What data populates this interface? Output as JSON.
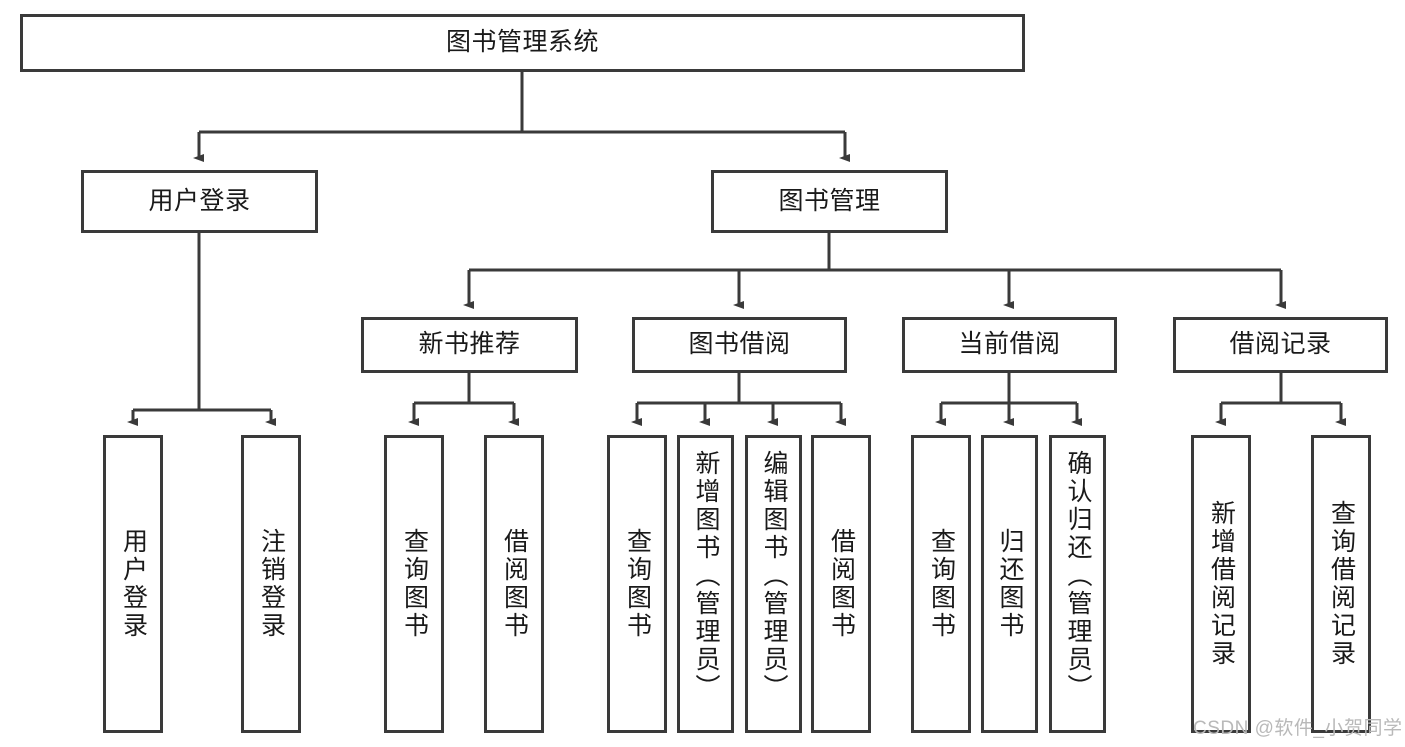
{
  "diagram": {
    "title": "图书管理系统",
    "type": "tree",
    "root": {
      "label": "图书管理系统"
    },
    "level2": [
      {
        "label": "用户登录"
      },
      {
        "label": "图书管理"
      }
    ],
    "level3": [
      {
        "label": "新书推荐"
      },
      {
        "label": "图书借阅"
      },
      {
        "label": "当前借阅"
      },
      {
        "label": "借阅记录"
      }
    ],
    "leaves": [
      {
        "label": "用户登录",
        "parent": "用户登录"
      },
      {
        "label": "注销登录",
        "parent": "用户登录"
      },
      {
        "label": "查询图书",
        "parent": "新书推荐"
      },
      {
        "label": "借阅图书",
        "parent": "新书推荐"
      },
      {
        "label": "查询图书",
        "parent": "图书借阅"
      },
      {
        "label": "新增图书（管理员）",
        "parent": "图书借阅"
      },
      {
        "label": "编辑图书（管理员）",
        "parent": "图书借阅"
      },
      {
        "label": "借阅图书",
        "parent": "图书借阅"
      },
      {
        "label": "查询图书",
        "parent": "当前借阅"
      },
      {
        "label": "归还图书",
        "parent": "当前借阅"
      },
      {
        "label": "确认归还（管理员）",
        "parent": "当前借阅"
      },
      {
        "label": "新增借阅记录",
        "parent": "借阅记录"
      },
      {
        "label": "查询借阅记录",
        "parent": "借阅记录"
      }
    ],
    "watermark": "CSDN @软件_小贺同学",
    "colors": {
      "stroke": "#3a3a3a",
      "background": "#ffffff",
      "text": "#1a1a1a",
      "watermark": "#b9b9b9"
    }
  }
}
